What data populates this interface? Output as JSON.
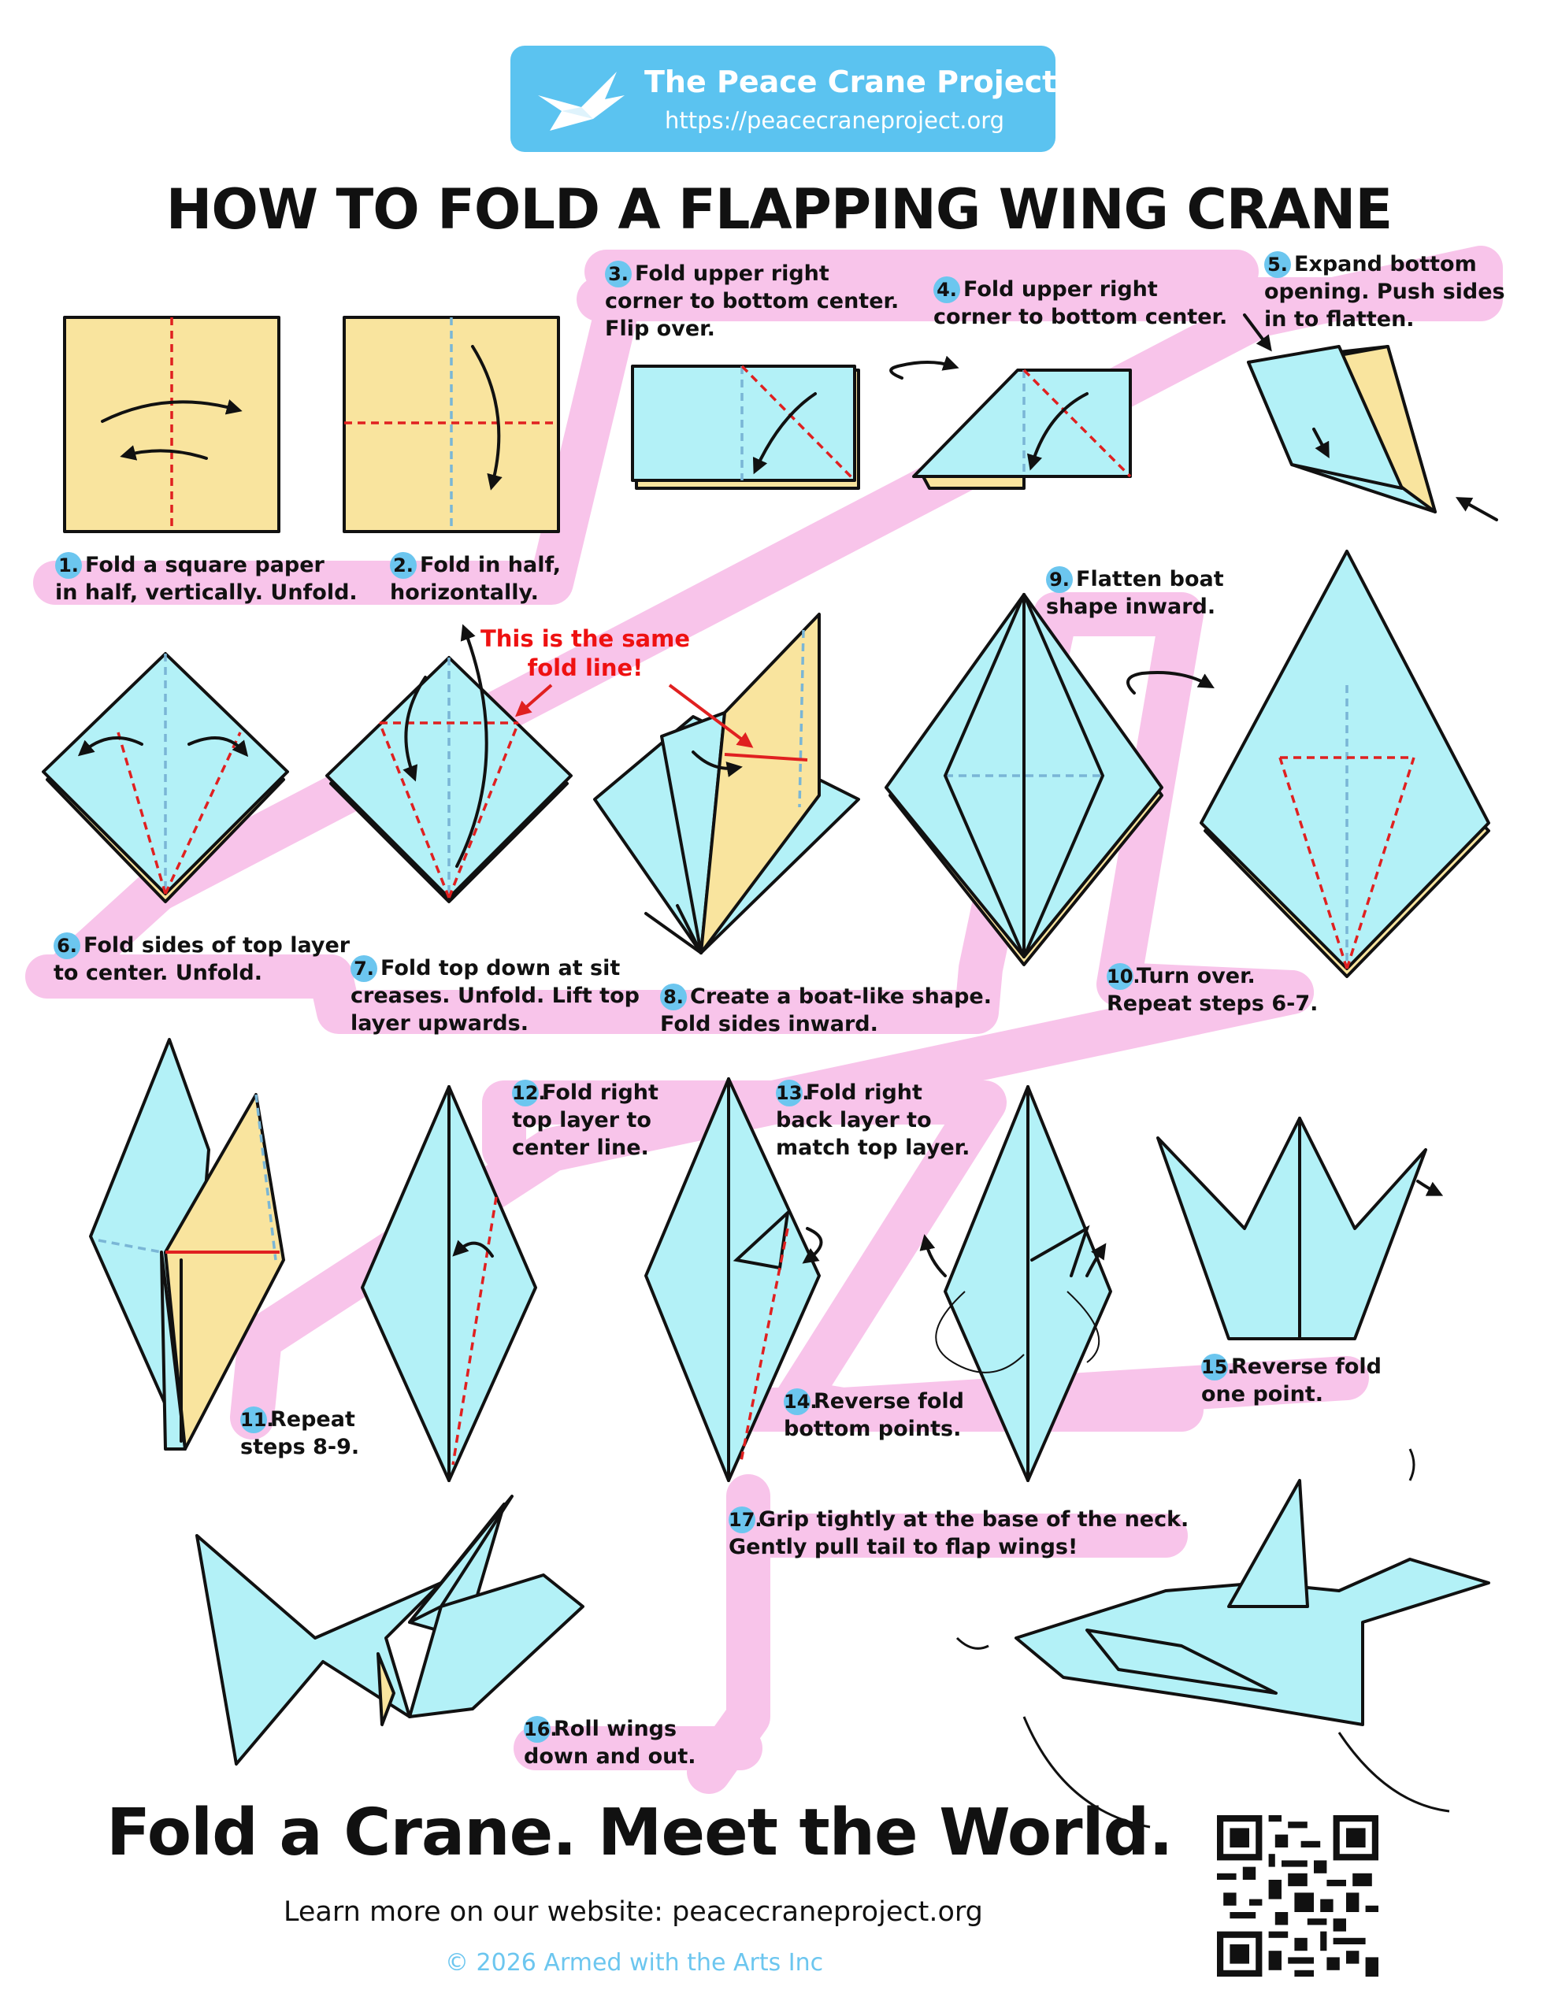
{
  "header": {
    "org_name": "The Peace Crane Project",
    "url": "https://peacecraneproject.org",
    "logo_icon": "crane-logo-icon"
  },
  "title": "HOW TO FOLD A FLAPPING WING CRANE",
  "steps": [
    {
      "num": "1.",
      "text": [
        "Fold a square paper",
        "in half, vertically. Unfold."
      ]
    },
    {
      "num": "2.",
      "text": [
        "Fold in half,",
        "horizontally."
      ]
    },
    {
      "num": "3.",
      "text": [
        "Fold upper right",
        "corner to bottom center.",
        "Flip over."
      ]
    },
    {
      "num": "4.",
      "text": [
        "Fold upper right",
        "corner to bottom center."
      ]
    },
    {
      "num": "5.",
      "text": [
        "Expand bottom",
        "opening. Push sides",
        "in to flatten."
      ]
    },
    {
      "num": "6.",
      "text": [
        "Fold sides of top layer",
        "to center. Unfold."
      ]
    },
    {
      "num": "7.",
      "text": [
        "Fold top down at sit",
        "creases. Unfold. Lift top",
        "layer upwards."
      ]
    },
    {
      "num": "8.",
      "text": [
        "Create a boat-like shape.",
        "Fold sides inward."
      ]
    },
    {
      "num": "9.",
      "text": [
        "Flatten boat",
        "shape inward."
      ]
    },
    {
      "num": "10.",
      "text": [
        "Turn over.",
        "Repeat steps 6-7."
      ]
    },
    {
      "num": "11.",
      "text": [
        "Repeat",
        "steps 8-9."
      ]
    },
    {
      "num": "12.",
      "text": [
        "Fold right",
        "top layer to",
        "center line."
      ]
    },
    {
      "num": "13.",
      "text": [
        "Fold right",
        "back layer to",
        "match top layer."
      ]
    },
    {
      "num": "14.",
      "text": [
        "Reverse fold",
        "bottom points."
      ]
    },
    {
      "num": "15.",
      "text": [
        "Reverse fold",
        "one point."
      ]
    },
    {
      "num": "16.",
      "text": [
        "Roll wings",
        "down and out."
      ]
    },
    {
      "num": "17.",
      "text": [
        "Grip tightly at the base of the neck.",
        "Gently pull tail to flap wings!"
      ]
    }
  ],
  "note": [
    "This is the same",
    "fold line!"
  ],
  "footer": {
    "tagline": "Fold a Crane. Meet the World.",
    "learn_more": "Learn more on our website: peacecraneproject.org",
    "copyright": "© 2026 Armed with the Arts Inc",
    "qr_icon": "qr-code-icon"
  },
  "colors": {
    "accent_blue": "#5bc3f0",
    "paper_yellow": "#f9e49e",
    "paper_blue": "#b3f1f7",
    "path_pink": "#f8c4ea",
    "fold_red": "#e02020",
    "crease_blue": "#7ab6d6"
  }
}
